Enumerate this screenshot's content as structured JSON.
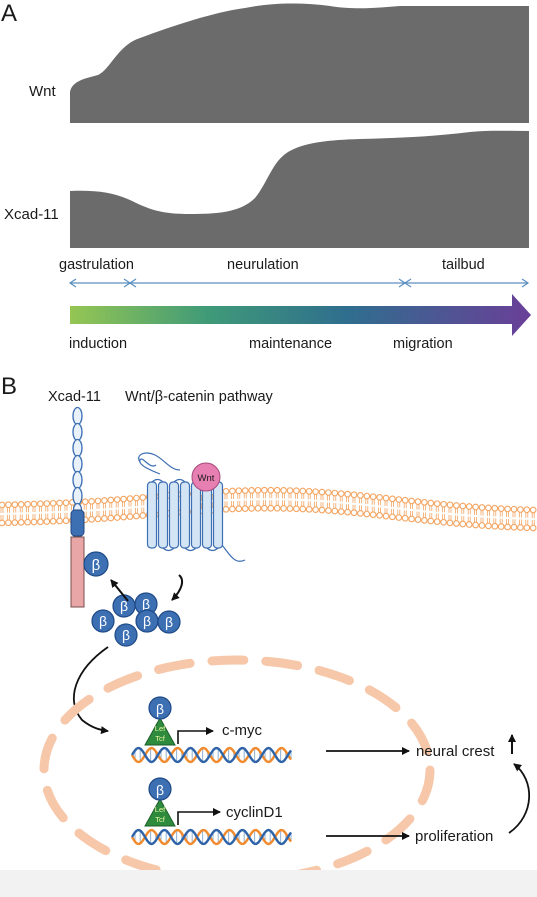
{
  "panel_a": {
    "letter": "A",
    "tracks": [
      {
        "label": "Wnt"
      },
      {
        "label": "Xcad-11"
      }
    ],
    "stages": [
      "gastrulation",
      "neurulation",
      "tailbud"
    ],
    "processes": [
      "induction",
      "maintenance",
      "migration"
    ],
    "colors": {
      "track": "#6b6b6b",
      "gradient_start": "#95c653",
      "gradient_mid": "#2f6e8e",
      "gradient_end": "#6a3f98",
      "stage_arrow": "#5b8fc0"
    }
  },
  "panel_b": {
    "letter": "B",
    "receptor_label": "Xcad-11",
    "pathway_label": "Wnt/β-catenin pathway",
    "wnt_ligand": "Wnt",
    "beta": "β",
    "lef": "Lef",
    "tcf": "Tcf",
    "genes": [
      "c-myc",
      "cyclinD1"
    ],
    "outcomes": [
      "neural crest",
      "proliferation"
    ],
    "outcome_indicator": "up-arrow",
    "colors": {
      "membrane": "#f4a460",
      "beta": "#3d6fb3",
      "lef_tcf": "#2e8b3e",
      "receptor_red": "#e8a6a6",
      "nucleus": "#f6c7a8"
    }
  }
}
